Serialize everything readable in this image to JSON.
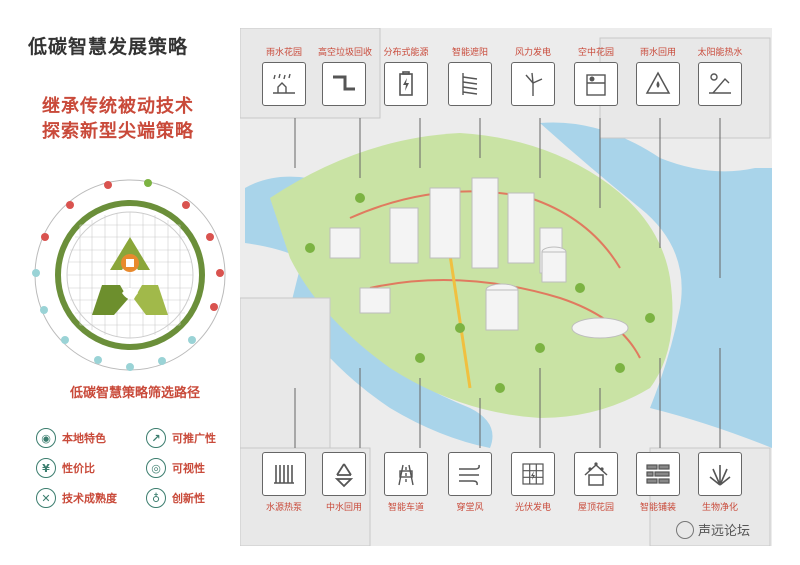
{
  "title": "低碳智慧发展策略",
  "subtitle_line1": "继承传统被动技术",
  "subtitle_line2": "探索新型尖端策略",
  "path_label": "低碳智慧策略筛选路径",
  "legend": [
    {
      "label": "本地特色",
      "icon": "location-icon"
    },
    {
      "label": "可推广性",
      "icon": "trend-icon"
    },
    {
      "label": "性价比",
      "icon": "yen-icon"
    },
    {
      "label": "可视性",
      "icon": "eye-icon"
    },
    {
      "label": "技术成熟度",
      "icon": "tools-icon"
    },
    {
      "label": "创新性",
      "icon": "lightbulb-icon"
    }
  ],
  "top_strategies": [
    "雨水花园",
    "高空垃圾回收",
    "分布式能源",
    "智能遮阳",
    "风力发电",
    "空中花园",
    "雨水回用",
    "太阳能热水"
  ],
  "bottom_strategies": [
    "水源热泵",
    "中水回用",
    "智能车道",
    "穿堂风",
    "光伏发电",
    "屋顶花园",
    "智能铺装",
    "生物净化"
  ],
  "watermark": "声远论坛",
  "colors": {
    "accent": "#c94a3a",
    "green": "#7cb342",
    "teal": "#3b7d6e",
    "water": "#a9d4ea"
  }
}
